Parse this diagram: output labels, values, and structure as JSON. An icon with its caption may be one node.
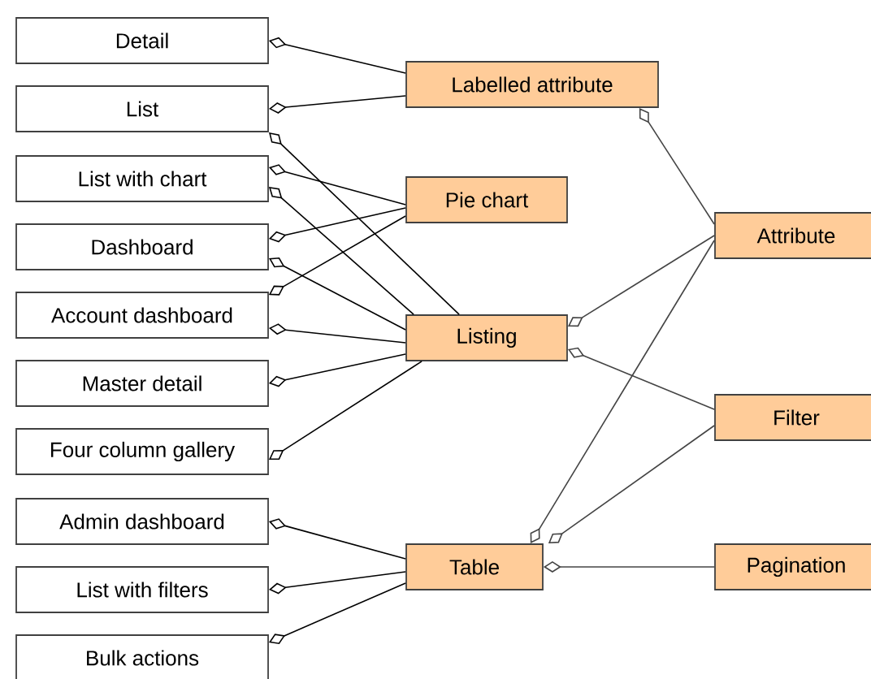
{
  "diagram": {
    "nodes": [
      {
        "text": [
          "Detail"
        ]
      },
      {
        "text": [
          "List"
        ]
      },
      {
        "text": [
          "List with chart"
        ]
      },
      {
        "text": [
          "Dashboard"
        ]
      },
      {
        "text": [
          "Account dashboard"
        ]
      },
      {
        "text": [
          "Master detail"
        ]
      },
      {
        "text": [
          "Four column gallery"
        ]
      },
      {
        "text": [
          "Admin dashboard"
        ]
      },
      {
        "text": [
          "List with filters"
        ]
      },
      {
        "text": [
          "Bulk actions"
        ]
      },
      {
        "text": [
          "Labelled attribute"
        ]
      },
      {
        "text": [
          "Pie chart"
        ]
      },
      {
        "text": [
          "Listing"
        ]
      },
      {
        "text": [
          "Table"
        ]
      },
      {
        "text": [
          "Attribute"
        ]
      },
      {
        "text": [
          "Filter"
        ]
      },
      {
        "text": [
          "Pagination"
        ]
      }
    ],
    "edges": [
      {
        "from": 0,
        "to": 10,
        "arrow": "other"
      },
      {
        "from": 1,
        "to": 10,
        "arrow": "other"
      },
      {
        "from": 1,
        "to": 12,
        "arrow": "other"
      },
      {
        "from": 2,
        "to": 11,
        "arrow": "other"
      },
      {
        "from": 2,
        "to": 12,
        "arrow": "other"
      },
      {
        "from": 3,
        "to": 11,
        "arrow": "other"
      },
      {
        "from": 3,
        "to": 12,
        "arrow": "other"
      },
      {
        "from": 4,
        "to": 11,
        "arrow": "other"
      },
      {
        "from": 4,
        "to": 12,
        "arrow": "other"
      },
      {
        "from": 5,
        "to": 12,
        "arrow": "other"
      },
      {
        "from": 6,
        "to": 12,
        "arrow": "other"
      },
      {
        "from": 7,
        "to": 13,
        "arrow": "other"
      },
      {
        "from": 8,
        "to": 13,
        "arrow": "other"
      },
      {
        "from": 9,
        "to": 13,
        "arrow": "other"
      },
      {
        "from": 10,
        "to": 14,
        "arrow": "other",
        "color": "#444444"
      },
      {
        "from": 12,
        "to": 14,
        "arrow": "other",
        "color": "#444444"
      },
      {
        "from": 12,
        "to": 15,
        "arrow": "other",
        "color": "#444444"
      },
      {
        "from": 13,
        "to": 14,
        "arrow": "other",
        "color": "#444444"
      },
      {
        "from": 13,
        "to": 15,
        "arrow": "other",
        "color": "#444444"
      },
      {
        "from": 13,
        "to": 16,
        "arrow": "other",
        "color": "#444444"
      }
    ]
  }
}
